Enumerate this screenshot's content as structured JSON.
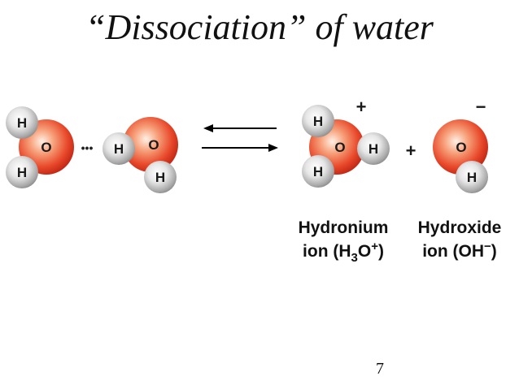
{
  "title": "“Dissociation” of water",
  "atom_labels": {
    "oxygen": "O",
    "hydrogen": "H"
  },
  "hydrogen_bond_dots": "•••",
  "plus_sign": "+",
  "charges": {
    "hydronium": "+",
    "hydroxide": "−"
  },
  "captions": {
    "hydronium": {
      "line1": "Hydronium",
      "line2_prefix": "ion (H",
      "line2_sub": "3",
      "line2_mid": "O",
      "line2_sup": "+",
      "line2_suffix": ")"
    },
    "hydroxide": {
      "line1": "Hydroxide",
      "line2_prefix": "ion (OH",
      "line2_sup": "−",
      "line2_suffix": ")"
    }
  },
  "page_number": "7",
  "colors": {
    "oxygen_center": "#ffd9c2",
    "oxygen_edge": "#d6301a",
    "hydrogen_center": "#ffffff",
    "hydrogen_edge": "#8e8e8e",
    "arrow": "#000000"
  }
}
